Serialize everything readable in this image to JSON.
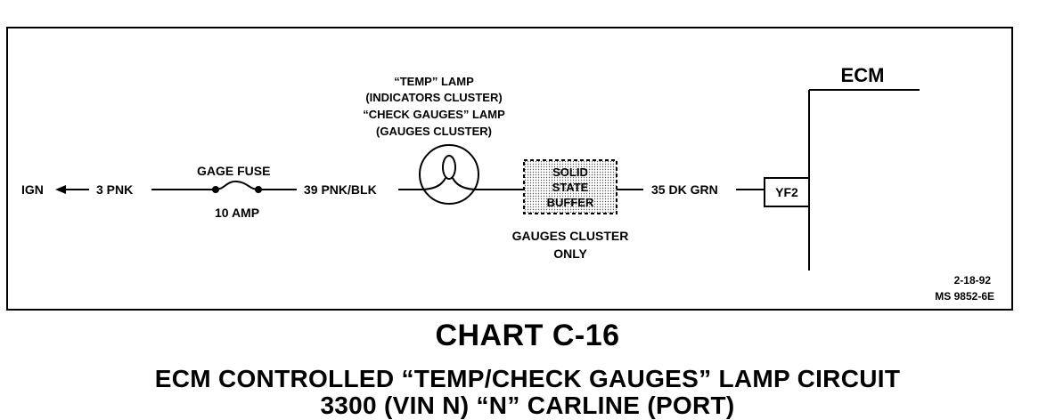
{
  "diagram": {
    "ign_label": "IGN",
    "wire_3": "3 PNK",
    "fuse_label": "GAGE FUSE",
    "fuse_rating": "10 AMP",
    "wire_39": "39 PNK/BLK",
    "lamp_lines": [
      "“TEMP” LAMP",
      "(INDICATORS CLUSTER)",
      "“CHECK GAUGES” LAMP",
      "(GAUGES CLUSTER)"
    ],
    "buffer_lines": [
      "SOLID",
      "STATE",
      "BUFFER"
    ],
    "buffer_note_lines": [
      "GAUGES CLUSTER",
      "ONLY"
    ],
    "wire_35": "35 DK GRN",
    "pin_label": "YF2",
    "ecm_label": "ECM",
    "date_code": "2-18-92",
    "ms_code": "MS 9852-6E"
  },
  "title": {
    "chart": "CHART C-16",
    "line1": "ECM CONTROLLED “TEMP/CHECK GAUGES” LAMP CIRCUIT",
    "line2": "3300 (VIN N) “N” CARLINE (PORT)"
  }
}
